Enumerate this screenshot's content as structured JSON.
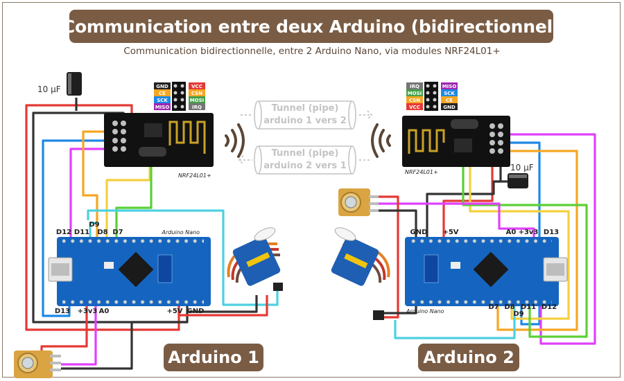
{
  "title": "Communication entre deux Arduino (bidirectionnel)",
  "subtitle": "Communication bidirectionnelle, entre 2 Arduino Nano, via modules NRF24L01+",
  "tunnel_1": {
    "line1": "Tunnel (pipe)",
    "line2": "arduino 1 vers 2"
  },
  "tunnel_2": {
    "line1": "Tunnel (pipe)",
    "line2": "arduino 2 vers 1"
  },
  "arduino_1": {
    "label": "Arduino 1",
    "board_name": "Arduino Nano",
    "module_name": "NRF24L01+",
    "capacitor": "10 µF",
    "top_pins": [
      "D12",
      "D11",
      "D9",
      "D8",
      "D7"
    ],
    "bottom_pins": [
      "D13",
      "+3v3",
      "A0",
      "+5V",
      "GND"
    ],
    "legend": [
      {
        "text": "GND",
        "color": "#222222"
      },
      {
        "text": "VCC",
        "color": "#e53935"
      },
      {
        "text": "CE",
        "color": "#f5a623"
      },
      {
        "text": "CSN",
        "color": "#f5a623"
      },
      {
        "text": "SCK",
        "color": "#1e88e5"
      },
      {
        "text": "MOSI",
        "color": "#43a047"
      },
      {
        "text": "MISO",
        "color": "#9c27b0"
      },
      {
        "text": "IRQ",
        "color": "#757575"
      }
    ]
  },
  "arduino_2": {
    "label": "Arduino 2",
    "board_name": "Arduino Nano",
    "module_name": "NRF24L01+",
    "capacitor": "10 µF",
    "top_pins": [
      "GND",
      "+5V",
      "A0",
      "+3v3",
      "D13"
    ],
    "bottom_pins": [
      "D7",
      "D8",
      "D9",
      "D11",
      "D12"
    ],
    "legend": [
      {
        "text": "IRQ",
        "color": "#757575"
      },
      {
        "text": "MISO",
        "color": "#9c27b0"
      },
      {
        "text": "MOSI",
        "color": "#43a047"
      },
      {
        "text": "SCK",
        "color": "#1e88e5"
      },
      {
        "text": "CSN",
        "color": "#f5a623"
      },
      {
        "text": "CE",
        "color": "#f5a623"
      },
      {
        "text": "VCC",
        "color": "#e53935"
      },
      {
        "text": "GND",
        "color": "#222222"
      }
    ]
  },
  "colors": {
    "badge": "#7a5c44",
    "board": "#1565c0",
    "nrf": "#111111",
    "wire_red": "#e53935",
    "wire_black": "#333333",
    "wire_orange": "#f5a623",
    "wire_yellow": "#f4d03f",
    "wire_blue": "#1e88e5",
    "wire_green": "#5bd035",
    "wire_magenta": "#e040fb",
    "wire_cyan": "#4dd0e1",
    "tunnel": "#c4c4c4"
  }
}
